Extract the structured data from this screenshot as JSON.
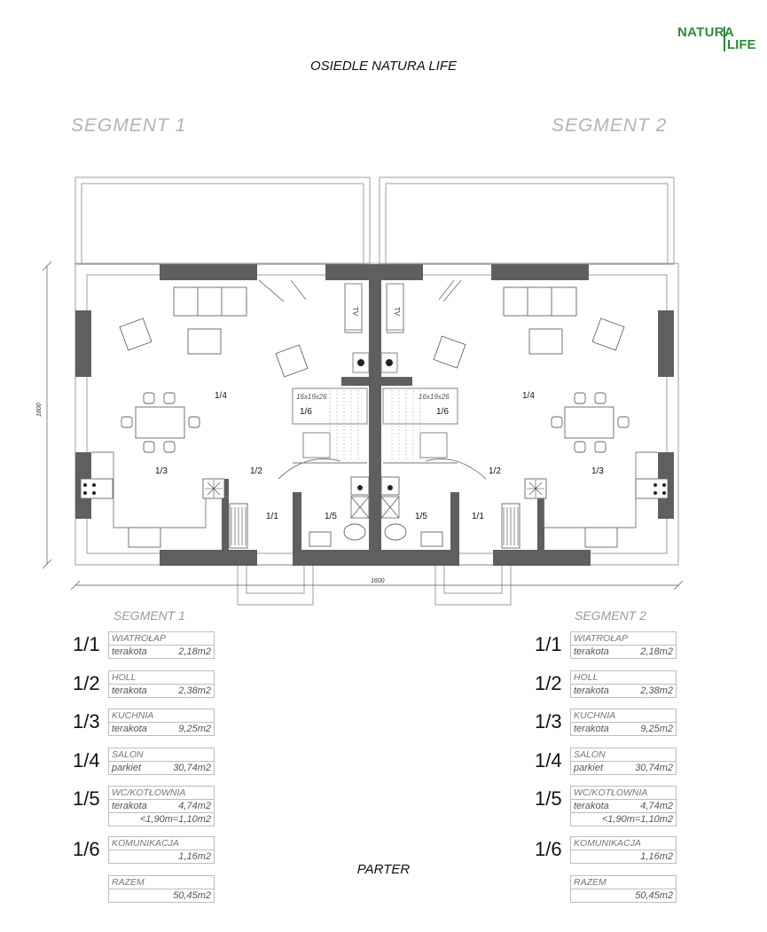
{
  "logo": {
    "line1": "NATURA",
    "line2": "LIFE",
    "color": "#2e8b3a"
  },
  "title": "OSIEDLE NATURA LIFE",
  "segment_labels": {
    "left": "SEGMENT  1",
    "right": "SEGMENT  2"
  },
  "dimensions": {
    "width": "1600",
    "height": "1800"
  },
  "plan_labels": {
    "room_1_1": "1/1",
    "room_1_2": "1/2",
    "room_1_3": "1/3",
    "room_1_4": "1/4",
    "room_1_5": "1/5",
    "room_1_6": "1/6",
    "stairs": "16x19x26",
    "fridge": "TV"
  },
  "floor": "PARTER",
  "legends": [
    {
      "segment": "SEGMENT  1",
      "rooms": [
        {
          "num": "1/1",
          "name": "WIATROŁAP",
          "material": "terakota",
          "area": "2,18m2"
        },
        {
          "num": "1/2",
          "name": "HOLL",
          "material": "terakota",
          "area": "2,38m2"
        },
        {
          "num": "1/3",
          "name": "KUCHNIA",
          "material": "terakota",
          "area": "9,25m2"
        },
        {
          "num": "1/4",
          "name": "SALON",
          "material": "parkiet",
          "area": "30,74m2"
        },
        {
          "num": "1/5",
          "name": "WC/KOTŁOWNIA",
          "material": "terakota",
          "area": "4,74m2",
          "extra": "<1,90m=1,10m2"
        },
        {
          "num": "1/6",
          "name": "KOMUNIKACJA",
          "material": "",
          "area": "1,16m2"
        }
      ],
      "total": {
        "name": "RAZEM",
        "area": "50,45m2"
      }
    },
    {
      "segment": "SEGMENT  2",
      "rooms": [
        {
          "num": "1/1",
          "name": "WIATROŁAP",
          "material": "terakota",
          "area": "2,18m2"
        },
        {
          "num": "1/2",
          "name": "HOLL",
          "material": "terakota",
          "area": "2,38m2"
        },
        {
          "num": "1/3",
          "name": "KUCHNIA",
          "material": "terakota",
          "area": "9,25m2"
        },
        {
          "num": "1/4",
          "name": "SALON",
          "material": "parkiet",
          "area": "30,74m2"
        },
        {
          "num": "1/5",
          "name": "WC/KOTŁOWNIA",
          "material": "terakota",
          "area": "4,74m2",
          "extra": "<1,90m=1,10m2"
        },
        {
          "num": "1/6",
          "name": "KOMUNIKACJA",
          "material": "",
          "area": "1,16m2"
        }
      ],
      "total": {
        "name": "RAZEM",
        "area": "50,45m2"
      }
    }
  ]
}
